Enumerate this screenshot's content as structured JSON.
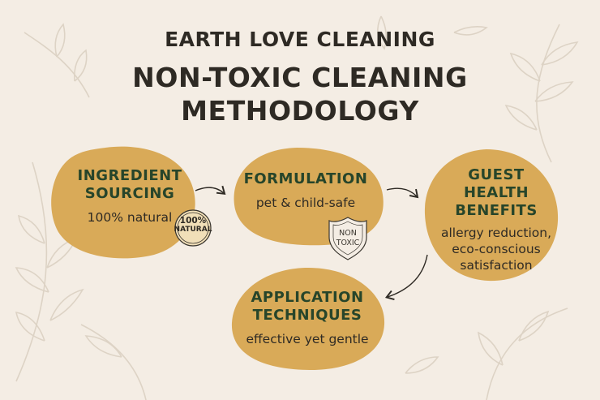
{
  "header": {
    "brand": "EARTH LOVE CLEANING",
    "title_line1": "NON-TOXIC CLEANING",
    "title_line2": "METHODOLOGY"
  },
  "colors": {
    "background": "#f4ede4",
    "blob": "#d9aa58",
    "heading_green": "#27452a",
    "text": "#2e2a24",
    "leaf": "#ddd3c5"
  },
  "steps": [
    {
      "title_lines": [
        "INGREDIENT",
        "SOURCING"
      ],
      "detail_lines": [
        "100% natural"
      ]
    },
    {
      "title_lines": [
        "FORMULATION"
      ],
      "detail_lines": [
        "pet & child-safe"
      ]
    },
    {
      "title_lines": [
        "GUEST",
        "HEALTH",
        "BENEFITS"
      ],
      "detail_lines": [
        "allergy reduction,",
        "eco-conscious",
        "satisfaction"
      ]
    },
    {
      "title_lines": [
        "APPLICATION",
        "TECHNIQUES"
      ],
      "detail_lines": [
        "effective yet gentle"
      ]
    }
  ],
  "badges": {
    "natural": {
      "top": "100%",
      "bottom": "NATURAL",
      "icon": "circle-seal-icon"
    },
    "non_toxic": {
      "line1": "NON",
      "line2": "TOXIC",
      "icon": "shield-icon"
    }
  },
  "arrows": [
    {
      "from": "INGREDIENT SOURCING",
      "to": "FORMULATION"
    },
    {
      "from": "FORMULATION",
      "to": "GUEST HEALTH BENEFITS"
    },
    {
      "from": "GUEST HEALTH BENEFITS",
      "to": "APPLICATION TECHNIQUES"
    }
  ]
}
